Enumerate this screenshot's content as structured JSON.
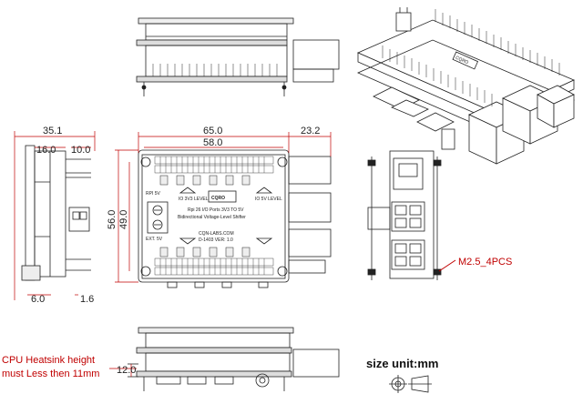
{
  "dimensions": {
    "side_width": "35.1",
    "side_inner": "16.0",
    "side_right": "10.0",
    "side_bottom_left": "6.0",
    "side_bottom_right": "1.6",
    "top_width": "65.0",
    "top_inner": "58.0",
    "top_overhang": "23.2",
    "top_height": "56.0",
    "top_inner_height": "49.0",
    "heatsink_gap": "12.0"
  },
  "annotations": {
    "mount": "M2.5_4PCS",
    "heatsink_line1": "CPU Heatsink height",
    "heatsink_line2": "must Less then 11mm",
    "size_unit": "size unit:mm"
  },
  "board_text": {
    "logo": "CQRO",
    "line1": "Rpi 26 I/O Ports 3V3 TO 5V",
    "line2": "Bidirectional Voltage-Level Shifter",
    "line3": "CQN-LABS.COM",
    "line4": "D-1403 VER: 1.0",
    "rpi5v": "RPI 5V",
    "ext5v": "EXT. 5V",
    "io3v3": "IO 3V3 LEVEL",
    "io5v": "IO 5V LEVEL",
    "iso_logo": "CQRO"
  },
  "colors": {
    "line": "#222222",
    "annotation": "#c00000",
    "dimension_line": "#c00000"
  }
}
